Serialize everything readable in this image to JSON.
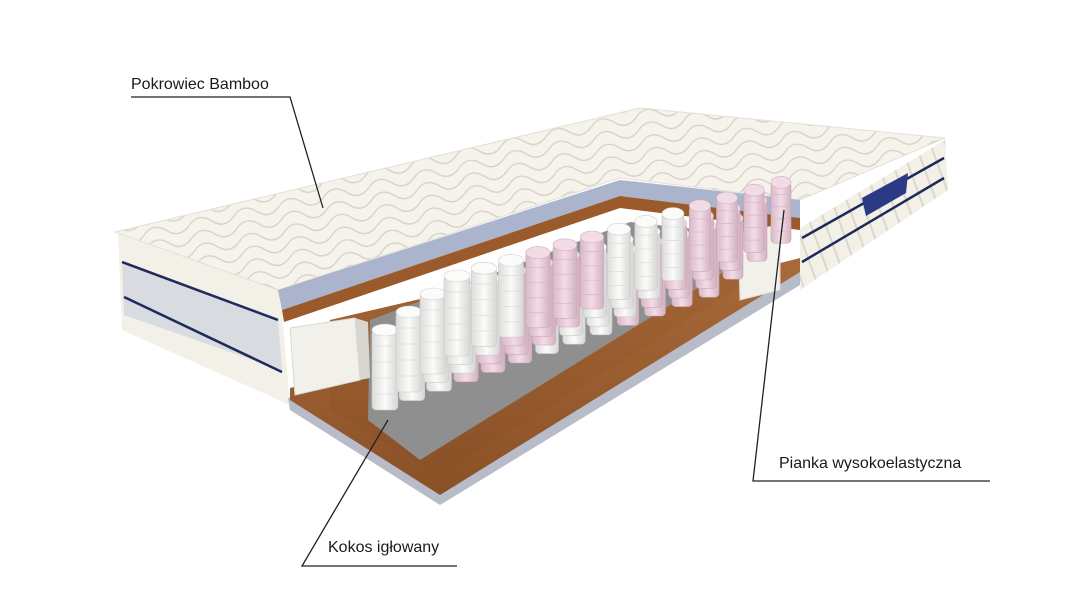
{
  "diagram": {
    "subject": "Mattress cross-section (pocket spring mattress)",
    "labels": [
      {
        "id": "cover",
        "text": "Pokrowiec Bamboo"
      },
      {
        "id": "foam",
        "text": "Pianka wysokoelastyczna"
      },
      {
        "id": "coconut",
        "text": "Kokos igłowany"
      }
    ],
    "colors": {
      "background": "#ffffff",
      "cover_quilt": "#f4f1ea",
      "cover_stitch": "#d9d4c9",
      "side_band": "#d8dbe0",
      "piping": "#1f2a5c",
      "foam_layer": "#aab4cc",
      "coconut_layer": "#9a5a2c",
      "felt_base": "#8a8a8a",
      "spring_white": "#f2f2f0",
      "spring_pink": "#e9cfdc",
      "foam_block": "#f3f1ec",
      "leader_line": "#222222",
      "brand_tag": "#2a3a84"
    }
  }
}
